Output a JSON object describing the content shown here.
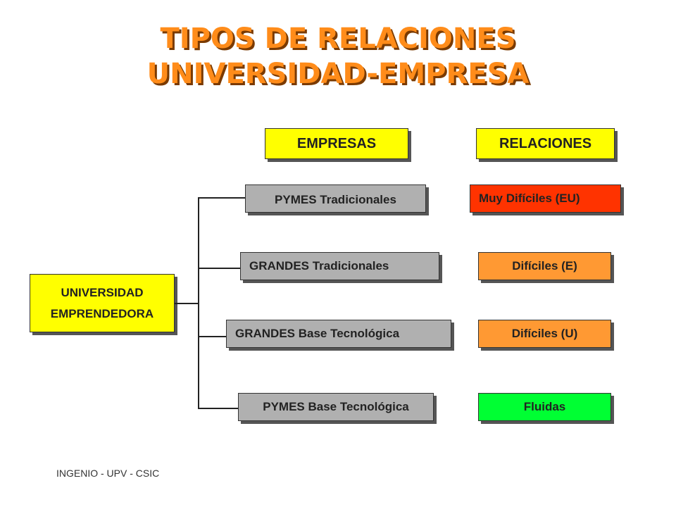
{
  "title": {
    "line1": "TIPOS DE RELACIONES",
    "line2": "UNIVERSIDAD-EMPRESA"
  },
  "headers": {
    "empresas": "EMPRESAS",
    "relaciones": "RELACIONES"
  },
  "source": {
    "line1": "UNIVERSIDAD",
    "line2": "EMPRENDEDORA"
  },
  "empresas": [
    {
      "label": "PYMES Tradicionales"
    },
    {
      "label": "GRANDES Tradicionales"
    },
    {
      "label": "GRANDES Base Tecnológica"
    },
    {
      "label": "PYMES Base Tecnológica"
    }
  ],
  "relaciones": [
    {
      "label": "Muy Difíciles (EU)",
      "color": "#FF3300"
    },
    {
      "label": "Difíciles (E)",
      "color": "#FF9933"
    },
    {
      "label": "Difíciles (U)",
      "color": "#FF9933"
    },
    {
      "label": "Fluidas",
      "color": "#00FF33"
    }
  ],
  "colors": {
    "title": "#FF8C1A",
    "header_fill": "#FFFF00",
    "empresa_fill": "#B0B0B0"
  },
  "footer": "INGENIO - UPV - CSIC"
}
